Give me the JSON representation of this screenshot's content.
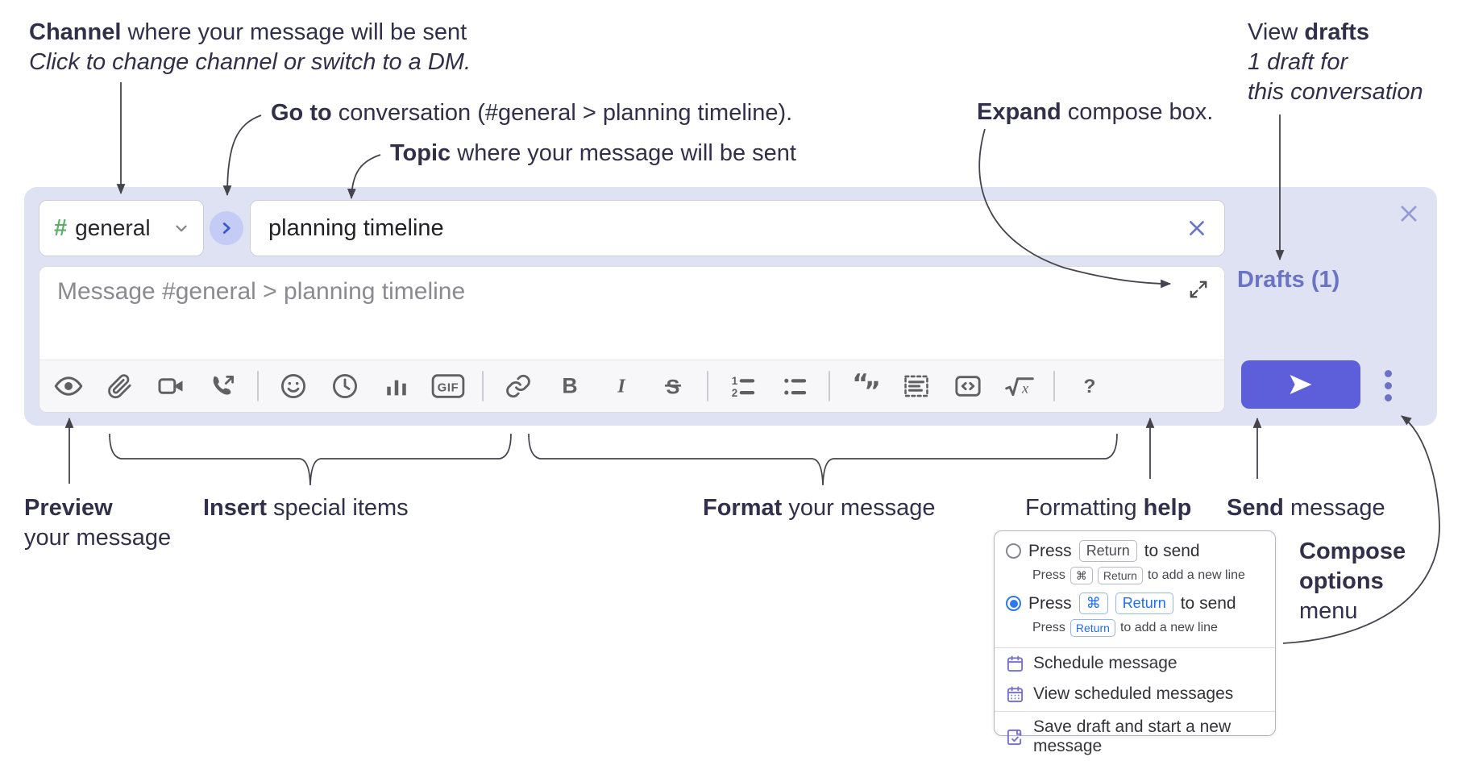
{
  "annotations": {
    "channel": {
      "bold": "Channel",
      "rest": " where your message will be sent",
      "sub": "Click to change channel or switch to a DM."
    },
    "goto": {
      "bold": "Go to",
      "rest": " conversation (#general > planning timeline)."
    },
    "topic": {
      "bold": "Topic",
      "rest": " where your message will be sent"
    },
    "expand": {
      "bold": "Expand",
      "rest": " compose box."
    },
    "drafts": {
      "line1_regular": "View ",
      "line1_bold": "drafts",
      "line2": "1 draft for",
      "line3": "this conversation"
    },
    "preview": {
      "bold": "Preview",
      "line2": "your message"
    },
    "insert": {
      "bold": "Insert",
      "rest": " special items"
    },
    "format": {
      "bold": "Format",
      "rest": " your message"
    },
    "help": {
      "regular": "Formatting ",
      "bold": "help"
    },
    "send": {
      "bold": "Send",
      "rest": " message"
    },
    "compose_options": {
      "line1": "Compose",
      "line2": "options",
      "line3": "menu"
    }
  },
  "compose": {
    "channel_hash": "#",
    "channel_name": "general",
    "topic_value": "planning timeline",
    "message_placeholder": "Message #general > planning timeline",
    "drafts_link": "Drafts (1)"
  },
  "toolbar": {
    "groups": [
      [
        "preview-eye",
        "attach-paperclip",
        "video-camera",
        "phone-call"
      ],
      [
        "emoji-smiley",
        "clock",
        "bar-chart",
        "gif"
      ],
      [
        "link",
        "bold",
        "italic",
        "strikethrough"
      ],
      [
        "ordered-list",
        "bullet-list"
      ],
      [
        "blockquote",
        "snippet",
        "code",
        "formula"
      ],
      [
        "formatting-help"
      ]
    ],
    "glyphs": {
      "gif": "GIF",
      "bold": "B",
      "italic": "I",
      "strikethrough": "S",
      "ol1": "1",
      "ol2": "2",
      "quote_open": "“",
      "quote_close": "”",
      "formula_var": "x",
      "help": "?"
    }
  },
  "popup": {
    "option1": {
      "press": "Press",
      "key": "Return",
      "suffix": "to send",
      "sub_press": "Press",
      "sub_key1": "⌘",
      "sub_key2": "Return",
      "sub_suffix": "to add a new line"
    },
    "option2": {
      "press": "Press",
      "key1": "⌘",
      "key2": "Return",
      "suffix": "to send",
      "sub_press": "Press",
      "sub_key": "Return",
      "sub_suffix": "to add a new line"
    },
    "items": [
      {
        "icon": "calendar",
        "label": "Schedule message"
      },
      {
        "icon": "calendar-check",
        "label": "View scheduled messages"
      },
      {
        "icon": "draft-check",
        "label": "Save draft and start a new message"
      }
    ]
  },
  "colors": {
    "panel": "#dfe2f3",
    "send_button": "#5c5fd9",
    "drafts_link": "#6b73c5",
    "channel_hash_green": "#5fae6a",
    "radio_selected_blue": "#2e77ee",
    "popup_icon_purple": "#7672d4",
    "annotation_ink": "#312f49",
    "arrow_ink": "#45444c"
  }
}
